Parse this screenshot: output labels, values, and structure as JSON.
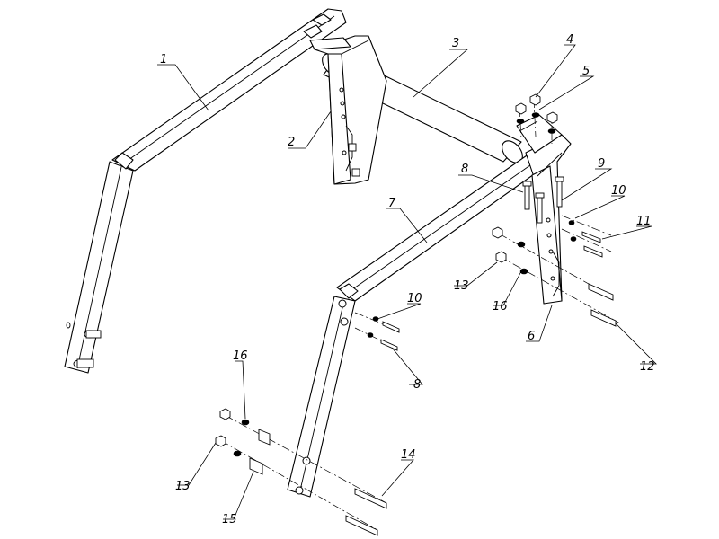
{
  "callouts": [
    {
      "id": "1",
      "label": "1"
    },
    {
      "id": "2",
      "label": "2"
    },
    {
      "id": "3",
      "label": "3"
    },
    {
      "id": "4",
      "label": "4"
    },
    {
      "id": "5",
      "label": "5"
    },
    {
      "id": "6",
      "label": "6"
    },
    {
      "id": "7",
      "label": "7"
    },
    {
      "id": "8a",
      "label": "8"
    },
    {
      "id": "8b",
      "label": "8"
    },
    {
      "id": "9",
      "label": "9"
    },
    {
      "id": "10a",
      "label": "10"
    },
    {
      "id": "10b",
      "label": "10"
    },
    {
      "id": "11",
      "label": "11"
    },
    {
      "id": "12",
      "label": "12"
    },
    {
      "id": "13a",
      "label": "13"
    },
    {
      "id": "13b",
      "label": "13"
    },
    {
      "id": "14",
      "label": "14"
    },
    {
      "id": "15",
      "label": "15"
    },
    {
      "id": "16a",
      "label": "16"
    },
    {
      "id": "16b",
      "label": "16"
    }
  ]
}
